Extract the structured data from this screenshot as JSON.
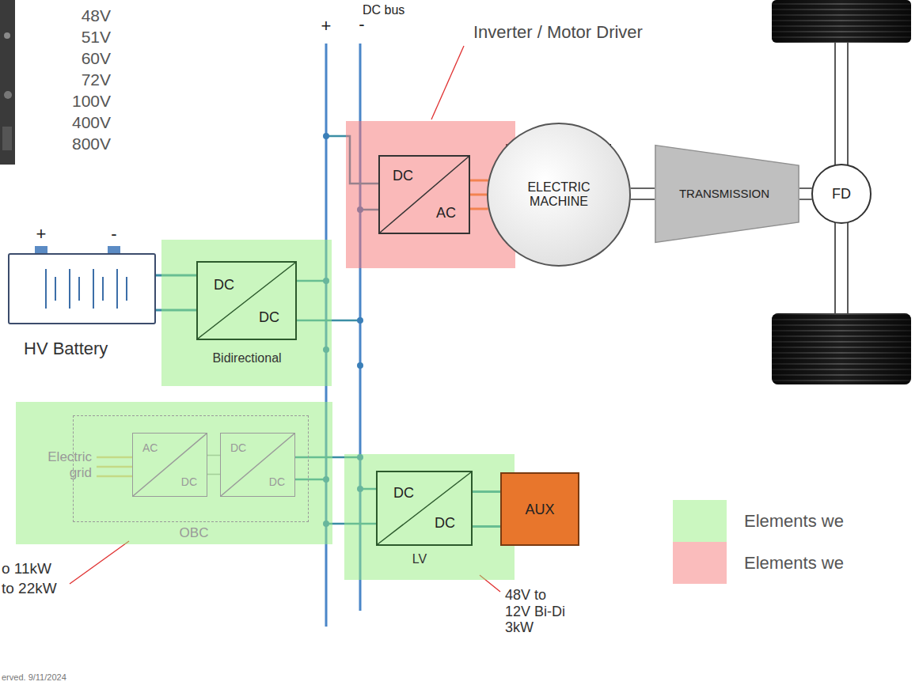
{
  "diagram": {
    "nodes": [
      {
        "text": [
          "Inverter / Motor Driver"
        ]
      },
      {
        "text": [
          "DC",
          "AC"
        ],
        "in": 0
      },
      {
        "text": [
          "ELECTRIC MACHINE"
        ]
      },
      {
        "text": [
          "TRANSMISSION"
        ]
      },
      {
        "text": [
          "FD"
        ]
      },
      {
        "text": [
          "HV Battery"
        ]
      },
      {
        "text": [
          "Bidirectional"
        ]
      },
      {
        "text": [
          "DC",
          "DC"
        ],
        "in": 6
      },
      {
        "text": [
          "OBC"
        ]
      },
      {
        "text": [
          "AC",
          "DC"
        ],
        "in": 8
      },
      {
        "text": [
          "DC",
          "DC"
        ],
        "in": 8
      },
      {
        "text": [
          "LV"
        ]
      },
      {
        "text": [
          "DC",
          "DC"
        ],
        "in": 11
      },
      {
        "text": [
          "AUX"
        ]
      }
    ],
    "edges": [
      {
        "from": 1,
        "to": 2,
        "arrow": "none"
      },
      {
        "from": 2,
        "to": 3,
        "arrow": "none"
      },
      {
        "from": 3,
        "to": 4,
        "arrow": "none"
      },
      {
        "from": 5,
        "to": 7,
        "arrow": "none"
      },
      {
        "from": 9,
        "to": 10,
        "arrow": "none"
      },
      {
        "from": 12,
        "to": 13,
        "arrow": "none"
      }
    ],
    "labels": [
      "48V",
      "51V",
      "60V",
      "72V",
      "100V",
      "400V",
      "800V",
      "DC bus",
      "+",
      "-",
      "+",
      "-",
      "Electric grid",
      "o 11kW",
      "to 22kW",
      "48V to 12V Bi-Di 3kW",
      "erved. 9/11/2024"
    ],
    "legend": [
      {
        "text": "Elements we",
        "color": "#cbf7c0"
      },
      {
        "text": "Elements we",
        "color": "#fabcbc"
      }
    ]
  }
}
